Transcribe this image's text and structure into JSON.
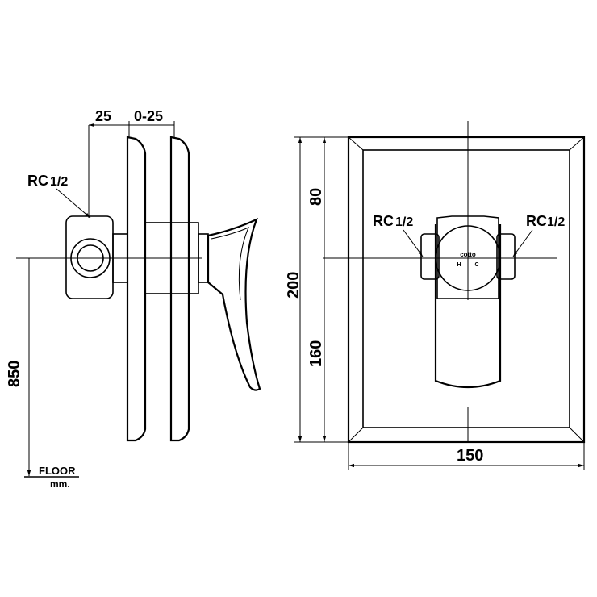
{
  "side_view": {
    "dim_depth": "25",
    "dim_adjust": "0-25",
    "connection_label": "RC",
    "connection_size": "1/2",
    "dim_height": "850",
    "floor_label": "FLOOR",
    "unit_label": "mm."
  },
  "front_view": {
    "dim_top": "80",
    "dim_total_height": "200",
    "dim_bottom": "160",
    "dim_width": "150",
    "connection_left_label": "RC",
    "connection_left_size": "1/2",
    "connection_right_label": "RC",
    "connection_right_size": "1/2",
    "logo": "cotto",
    "hot_label": "H",
    "cold_label": "C"
  }
}
